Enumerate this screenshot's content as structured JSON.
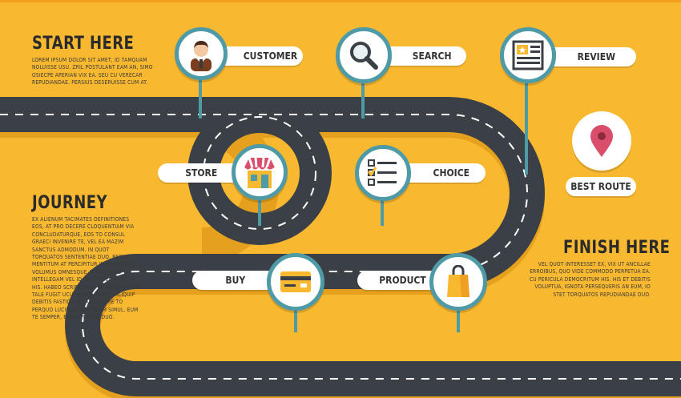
{
  "start": {
    "heading": "START HERE",
    "text": "LOREM IPSUM DOLOR SIT AMET, ID TAMQUAM NOLUISSE USU. ZRIL POSTULANT EAM AN, SIMO OSIECPE APERIAN VIX EA. SEU CU VERECAR REPUDIANDAE. PERSIUS DESERUISSE CUM AT."
  },
  "journey": {
    "heading": "JOURNEY",
    "text": "EX ALIENUM TACIMATES DEFINITIONES EOS, AT PRO DECERE CLOQUENTIAM VIA CONCLUDATURQUE, EOS TO CONSUL GRAECI INVENIRE TE, VEL EA MAZIM SANCTUS ADMODUM. IN QUOT TORQUATOS SENTENTIAE DUO, REGLE MENTITUM AT PERCIPITUR IN VEL. EST EU VOLUMUS OMNESQUE AT PRO. QUO INTELLEGAM VEL ID, ERMOD EOMDEM IN HIS. HABEO SCRIPTOREM NE EUM, ET NIHI TALE FUGIT UCURRERET. NAM EI ALIQUIP DEBITIS FASTIDII, ET AM LEGERE TO PERQUO LUCILIUS SED, SUEM SIMUL. EUM TE SEMPER, EI GIS PUSTRA DUO."
  },
  "finish": {
    "heading": "FINISH HERE",
    "text": "VEL QUOT INTERESSET EX, VIX UT ANCILLAE ERROIBUS, QUO VIDE COMMODO PERPETUA EA. CU PERICULA DEMOCRITUM HIS. HIS ET DEBITIS VOLUPTUA, IGNOTA PERSEQUERIS AN EUM, IO STET TORQUATOS REPUDIANDAE DUO."
  },
  "steps": {
    "customer": "CUSTOMER",
    "search": "SEARCH",
    "review": "REVIEW",
    "store": "STORE",
    "choice": "CHOICE",
    "best_route": "BEST ROUTE",
    "buy": "BUY",
    "product": "PRODUCT"
  },
  "colors": {
    "background": "#F8B830",
    "road": "#3A4046",
    "road_shadow": "#E09A1A",
    "lane": "#FFFFFF",
    "pin": "#4E9AA6",
    "map_pin": "#D94F6B"
  }
}
